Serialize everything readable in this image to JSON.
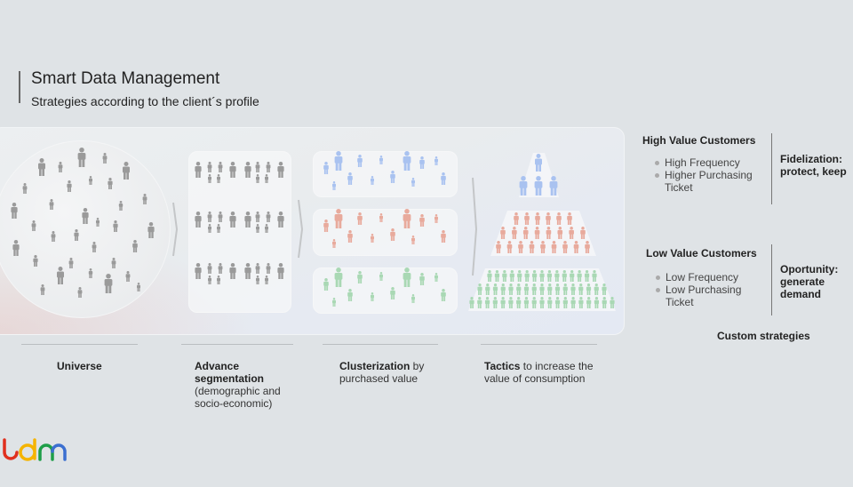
{
  "header": {
    "title": "Smart Data Management",
    "subtitle": "Strategies according to the client´s profile"
  },
  "colors": {
    "gray": "#9a9a9a",
    "blue": "#a9c2f0",
    "red": "#e8aa9c",
    "green": "#a9d8b4"
  },
  "stages": [
    {
      "bold": "Universe",
      "rest": ""
    },
    {
      "bold": "Advance segmentation",
      "rest": "(demographic and socio-economic)"
    },
    {
      "bold": "Clusterization",
      "rest": " by purchased value"
    },
    {
      "bold": "Tactics",
      "rest": " to increase the value of consumption"
    }
  ],
  "high": {
    "title": "High Value Customers",
    "bullets": [
      "High Frequency",
      "Higher Purchasing Ticket"
    ],
    "strategy": "Fidelization: protect, keep"
  },
  "low": {
    "title": "Low Value Customers",
    "bullets": [
      "Low Frequency",
      "Low Purchasing Ticket"
    ],
    "strategy": "Oportunity: generate demand"
  },
  "footer_label": "Custom strategies",
  "logo": {
    "text": "udm",
    "colors": [
      "#e0301e",
      "#f5b400",
      "#1e9e48",
      "#3b6fd0"
    ]
  }
}
